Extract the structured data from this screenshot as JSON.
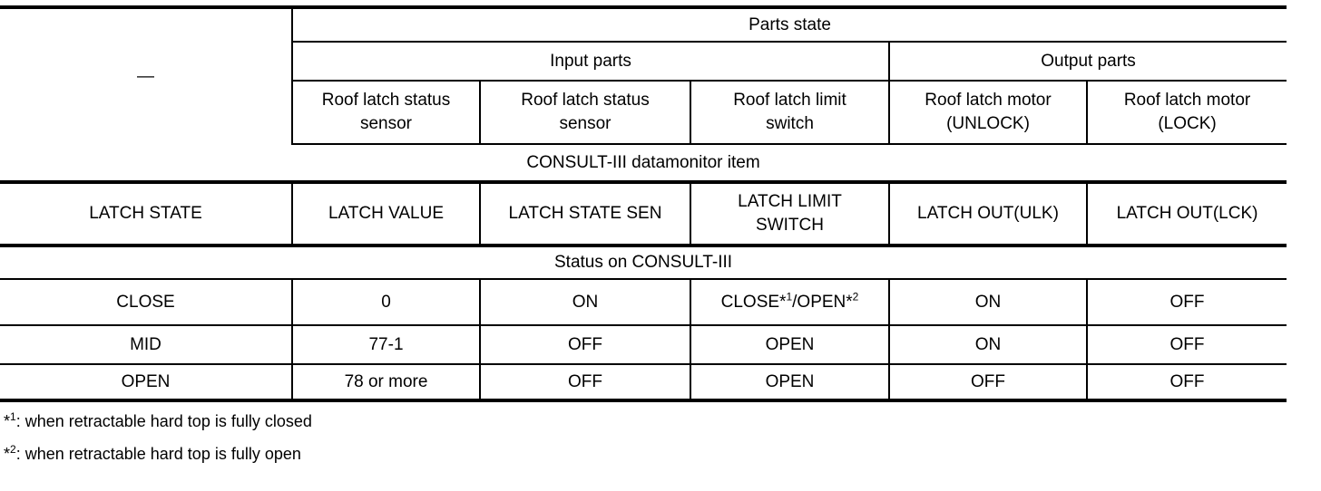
{
  "table": {
    "corner": {
      "dash": "—"
    },
    "header": {
      "parts_state": "Parts state",
      "input_parts": "Input parts",
      "output_parts": "Output parts",
      "columns": [
        "Roof latch status\nsensor",
        "Roof latch status\nsensor",
        "Roof latch limit\nswitch",
        "Roof latch motor\n(UNLOCK)",
        "Roof latch motor\n(LOCK)"
      ]
    },
    "datamonitor_band": "CONSULT-III datamonitor item",
    "datamonitor_row": [
      "LATCH STATE",
      "LATCH VALUE",
      "LATCH STATE SEN",
      "LATCH LIMIT\nSWITCH",
      "LATCH OUT(ULK)",
      "LATCH OUT(LCK)"
    ],
    "status_band": "Status on CONSULT-III",
    "data_rows": [
      {
        "latch_state": "CLOSE",
        "latch_value": "0",
        "latch_state_sen": "ON",
        "latch_limit_switch": {
          "text1": "CLOSE*",
          "sup1": "1",
          "text2": "/OPEN*",
          "sup2": "2"
        },
        "latch_out_ulk": "ON",
        "latch_out_lck": "OFF"
      },
      {
        "latch_state": "MID",
        "latch_value": "77-1",
        "latch_state_sen": "OFF",
        "latch_limit_switch": "OPEN",
        "latch_out_ulk": "ON",
        "latch_out_lck": "OFF"
      },
      {
        "latch_state": "OPEN",
        "latch_value": "78 or more",
        "latch_state_sen": "OFF",
        "latch_limit_switch": "OPEN",
        "latch_out_ulk": "OFF",
        "latch_out_lck": "OFF"
      }
    ]
  },
  "footnotes": [
    {
      "marker": "*",
      "sup": "1",
      "text": ": when retractable hard top is fully closed"
    },
    {
      "marker": "*",
      "sup": "2",
      "text": ": when retractable hard top is fully open"
    }
  ],
  "colors": {
    "text": "#000000",
    "background": "#ffffff",
    "line": "#000000"
  }
}
